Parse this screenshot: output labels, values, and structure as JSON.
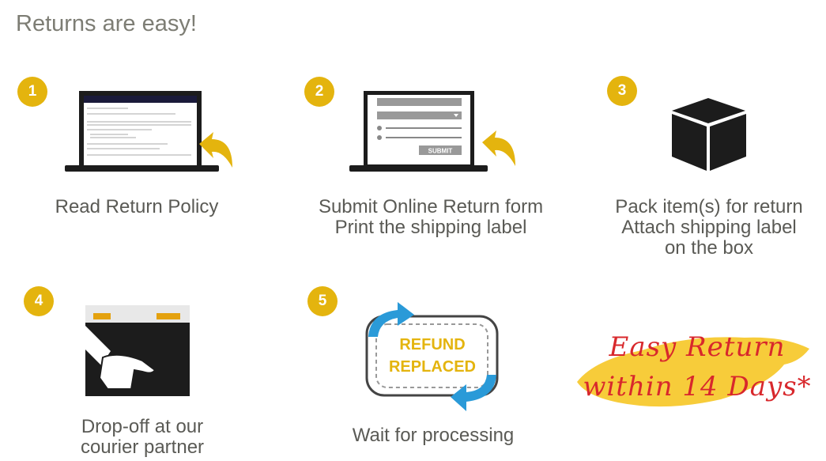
{
  "title": "Returns are easy!",
  "steps": [
    {
      "number": "1",
      "lines": [
        "Read Return Policy"
      ],
      "icon": "laptop-policy-icon"
    },
    {
      "number": "2",
      "lines": [
        "Submit Online Return form",
        "Print the shipping label"
      ],
      "icon": "laptop-form-icon",
      "button_text": "SUBMIT"
    },
    {
      "number": "3",
      "lines": [
        "Pack item(s) for return",
        "Attach shipping label",
        "on the box"
      ],
      "icon": "box-icon"
    },
    {
      "number": "4",
      "lines": [
        "Drop-off at our",
        "courier partner"
      ],
      "icon": "hand-box-icon"
    },
    {
      "number": "5",
      "lines": [
        "Wait for processing"
      ],
      "icon": "refund-cycle-icon",
      "stamp": [
        "REFUND",
        "REPLACED"
      ]
    }
  ],
  "promo": {
    "line1": "Easy Return",
    "line2": "within 14 Days*"
  },
  "colors": {
    "accent": "#e4b40e",
    "promo_red": "#d8282c",
    "promo_yellow": "#f7cc3a",
    "arrow_blue": "#2a9ad8"
  }
}
